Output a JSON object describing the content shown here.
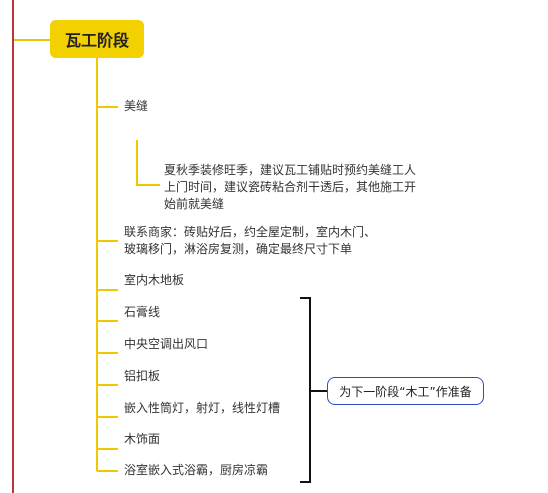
{
  "root": {
    "label": "瓦工阶段"
  },
  "items": [
    {
      "id": "meifeng",
      "label": "美缝"
    },
    {
      "id": "meifeng-note",
      "lines": [
        "夏秋季装修旺季，建议瓦工铺贴时预约美缝工人",
        "上门时间，建议瓷砖粘合剂干透后，其他施工开",
        "始前就美缝"
      ]
    },
    {
      "id": "contact",
      "lines": [
        "联系商家：砖贴好后，约全屋定制，室内木门、",
        "玻璃移门，淋浴房复测，确定最终尺寸下单"
      ]
    },
    {
      "id": "floor",
      "label": "室内木地板"
    },
    {
      "id": "gypsum",
      "label": "石膏线"
    },
    {
      "id": "ac-vent",
      "label": "中央空调出风口"
    },
    {
      "id": "ceiling",
      "label": "铝扣板"
    },
    {
      "id": "lights",
      "label": "嵌入性筒灯，射灯，线性灯槽"
    },
    {
      "id": "wood-finish",
      "label": "木饰面"
    },
    {
      "id": "bath",
      "label": "浴室嵌入式浴霸，厨房凉霸"
    }
  ],
  "note": {
    "label": "为下一阶段“木工”作准备"
  },
  "colors": {
    "accent": "#f3d000",
    "line": "#f0c800",
    "red": "#c0323e",
    "note_border": "#2f49c9"
  }
}
